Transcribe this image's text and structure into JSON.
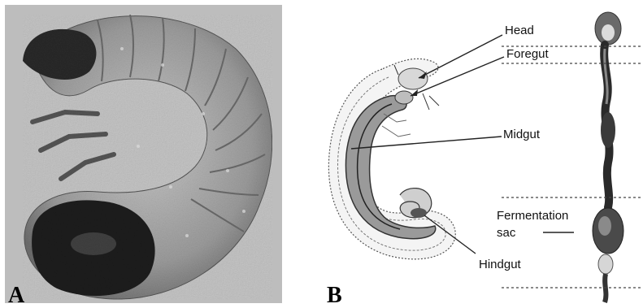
{
  "panels": [
    {
      "letter": "A"
    },
    {
      "letter": "B"
    }
  ],
  "labels": {
    "head": "Head",
    "foregut": "Foregut",
    "midgut": "Midgut",
    "fermentation_line1": "Fermentation",
    "fermentation_line2": "sac",
    "hindgut": "Hindgut"
  },
  "colors": {
    "photo_background": "#b9b9b9",
    "larva_body": "#8a8a8a",
    "larva_dark": "#1e1e1e",
    "gut_fill": "#9a9a9a",
    "leader_line": "#222222"
  }
}
